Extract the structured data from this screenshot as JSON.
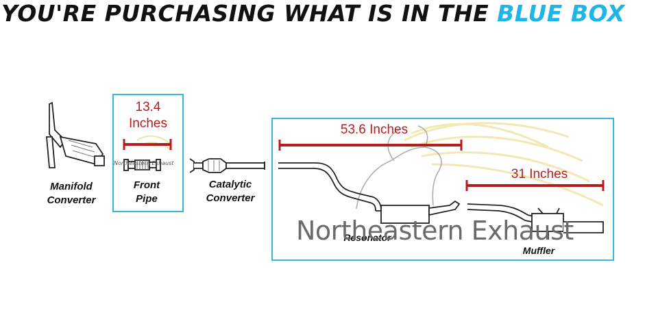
{
  "headline": {
    "prefix": "YOU'RE PURCHASING WHAT IS IN THE ",
    "highlight": "BLUE BOX"
  },
  "colors": {
    "accent_blue": "#35b8dd",
    "headline_blue": "#1fb6e6",
    "measure_red": "#b71c1c"
  },
  "front_pipe": {
    "measure_line1": "13.4",
    "measure_line2": "Inches",
    "label_line1": "Front",
    "label_line2": "Pipe",
    "watermark": "Northeastern Exhaust"
  },
  "components": {
    "manifold_line1": "Manifold",
    "manifold_line2": "Converter",
    "catalytic_line1": "Catalytic",
    "catalytic_line2": "Converter",
    "resonator": "Resonator",
    "muffler": "Muffler"
  },
  "measurements": {
    "rear_long": "53.6 Inches",
    "rear_short": "31 Inches"
  },
  "watermark": "Northeastern Exhaust"
}
